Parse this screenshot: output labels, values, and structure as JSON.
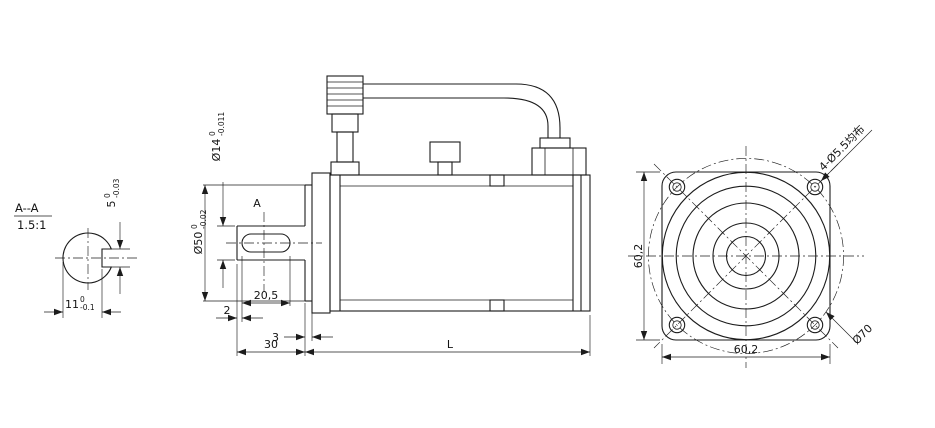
{
  "drawing": {
    "section": {
      "title": "A--A",
      "scale": "1.5:1",
      "dim_flat_width": {
        "v": "5",
        "up": "0",
        "dn": "-0.03"
      },
      "dim_across": {
        "v": "11",
        "up": "0",
        "dn": "-0.1"
      }
    },
    "side": {
      "dim_shaft_dia": {
        "v": "Ø14",
        "up": "0",
        "dn": "-0.011"
      },
      "dim_pilot_dia": {
        "v": "Ø50",
        "up": "0",
        "dn": "-0.02"
      },
      "section_label": "A",
      "dim_key_len": "20,5",
      "dim_key_offset": "2",
      "dim_boss": "3",
      "dim_shaft_len": "30",
      "dim_body_len": "L"
    },
    "front": {
      "dim_height": "60,2",
      "dim_width": "60,2",
      "bolt_circle": "Ø70",
      "holes_label": "4-Ø5.5均布"
    }
  },
  "colors": {
    "line": "#1c1c1c",
    "background": "#ffffff"
  }
}
